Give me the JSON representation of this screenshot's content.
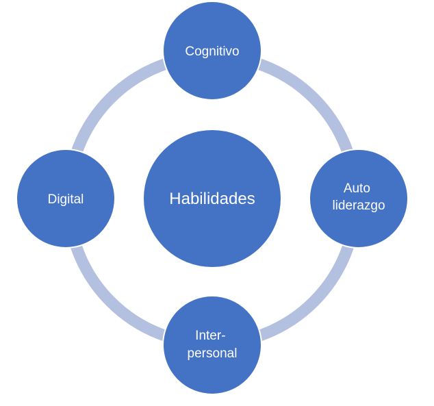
{
  "colors": {
    "node_fill": "#4472c4",
    "node_stroke": "#ffffff",
    "ring": "#b4c0e0",
    "text": "#ffffff",
    "background": "#ffffff"
  },
  "center": {
    "label": "Habilidades"
  },
  "nodes": [
    {
      "id": "top",
      "lines": [
        "Cognitivo"
      ]
    },
    {
      "id": "right",
      "lines": [
        "Auto",
        "liderazgo"
      ]
    },
    {
      "id": "bottom",
      "lines": [
        "Inter-",
        "personal"
      ]
    },
    {
      "id": "left",
      "lines": [
        "Digital"
      ]
    }
  ]
}
